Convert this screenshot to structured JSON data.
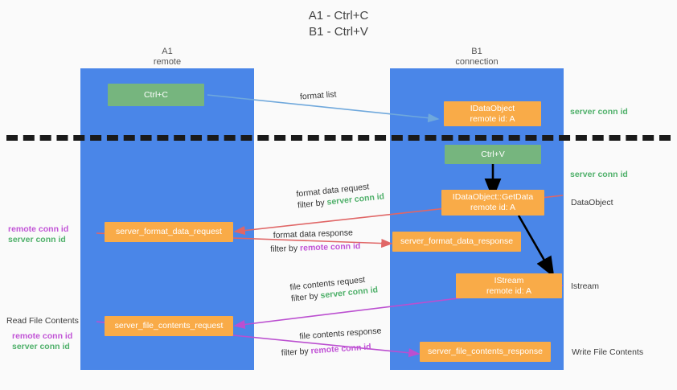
{
  "title": {
    "line1": "A1 - Ctrl+C",
    "line2": "B1 - Ctrl+V"
  },
  "columns": [
    {
      "id": "a1",
      "name": "A1",
      "sublabel": "remote"
    },
    {
      "id": "b1",
      "name": "B1",
      "sublabel": "connection"
    }
  ],
  "colors": {
    "lane": "#4a86e8",
    "box_orange": "#f9ab48",
    "box_green": "#76b57e",
    "server_conn_id": "#4fb06a",
    "remote_conn_id": "#c153d6",
    "arrow_blue": "#6fa8dc",
    "arrow_red": "#e06666",
    "arrow_magenta": "#bb4fd0",
    "arrow_black": "#000000",
    "divider": "#1a1a1a"
  },
  "nodes": {
    "ctrl_c": {
      "label": "Ctrl+C"
    },
    "idataobject": {
      "line1": "IDataObject",
      "line2": "remote id: A"
    },
    "ctrl_v": {
      "label": "Ctrl+V"
    },
    "getdata": {
      "line1": "IDataObject::GetData",
      "line2": "remote id: A"
    },
    "format_data_request": {
      "label": "server_format_data_request"
    },
    "format_data_response": {
      "label": "server_format_data_response"
    },
    "istream": {
      "line1": "IStream",
      "line2": "remote id: A"
    },
    "file_contents_request": {
      "label": "server_file_contents_request"
    },
    "file_contents_response": {
      "label": "server_file_contents_response"
    }
  },
  "edges": {
    "format_list": {
      "label": "format list"
    },
    "format_data_request": {
      "line1": "format data request",
      "line2_prefix": "filter by ",
      "line2_highlight": "server conn id"
    },
    "format_data_response": {
      "line1": "format data response",
      "line2_prefix": "filter by ",
      "line2_highlight": "remote conn id"
    },
    "file_contents_request": {
      "line1": "file contents request",
      "line2_prefix": "filter by ",
      "line2_highlight": "server conn id"
    },
    "file_contents_response": {
      "line1": "file contents response",
      "line2_prefix": "filter by ",
      "line2_highlight": "remote conn id"
    }
  },
  "annotations": {
    "right_server_conn_id_top": "server conn id",
    "right_server_conn_id_mid": "server conn id",
    "right_dataobject": "DataObject",
    "right_istream": "Istream",
    "right_write_file_contents": "Write File Contents",
    "left_remote_conn_id_1": "remote conn id",
    "left_server_conn_id_1": "server conn id",
    "left_read_file_contents": "Read File Contents",
    "left_remote_conn_id_2": "remote conn id",
    "left_server_conn_id_2": "server conn id"
  }
}
